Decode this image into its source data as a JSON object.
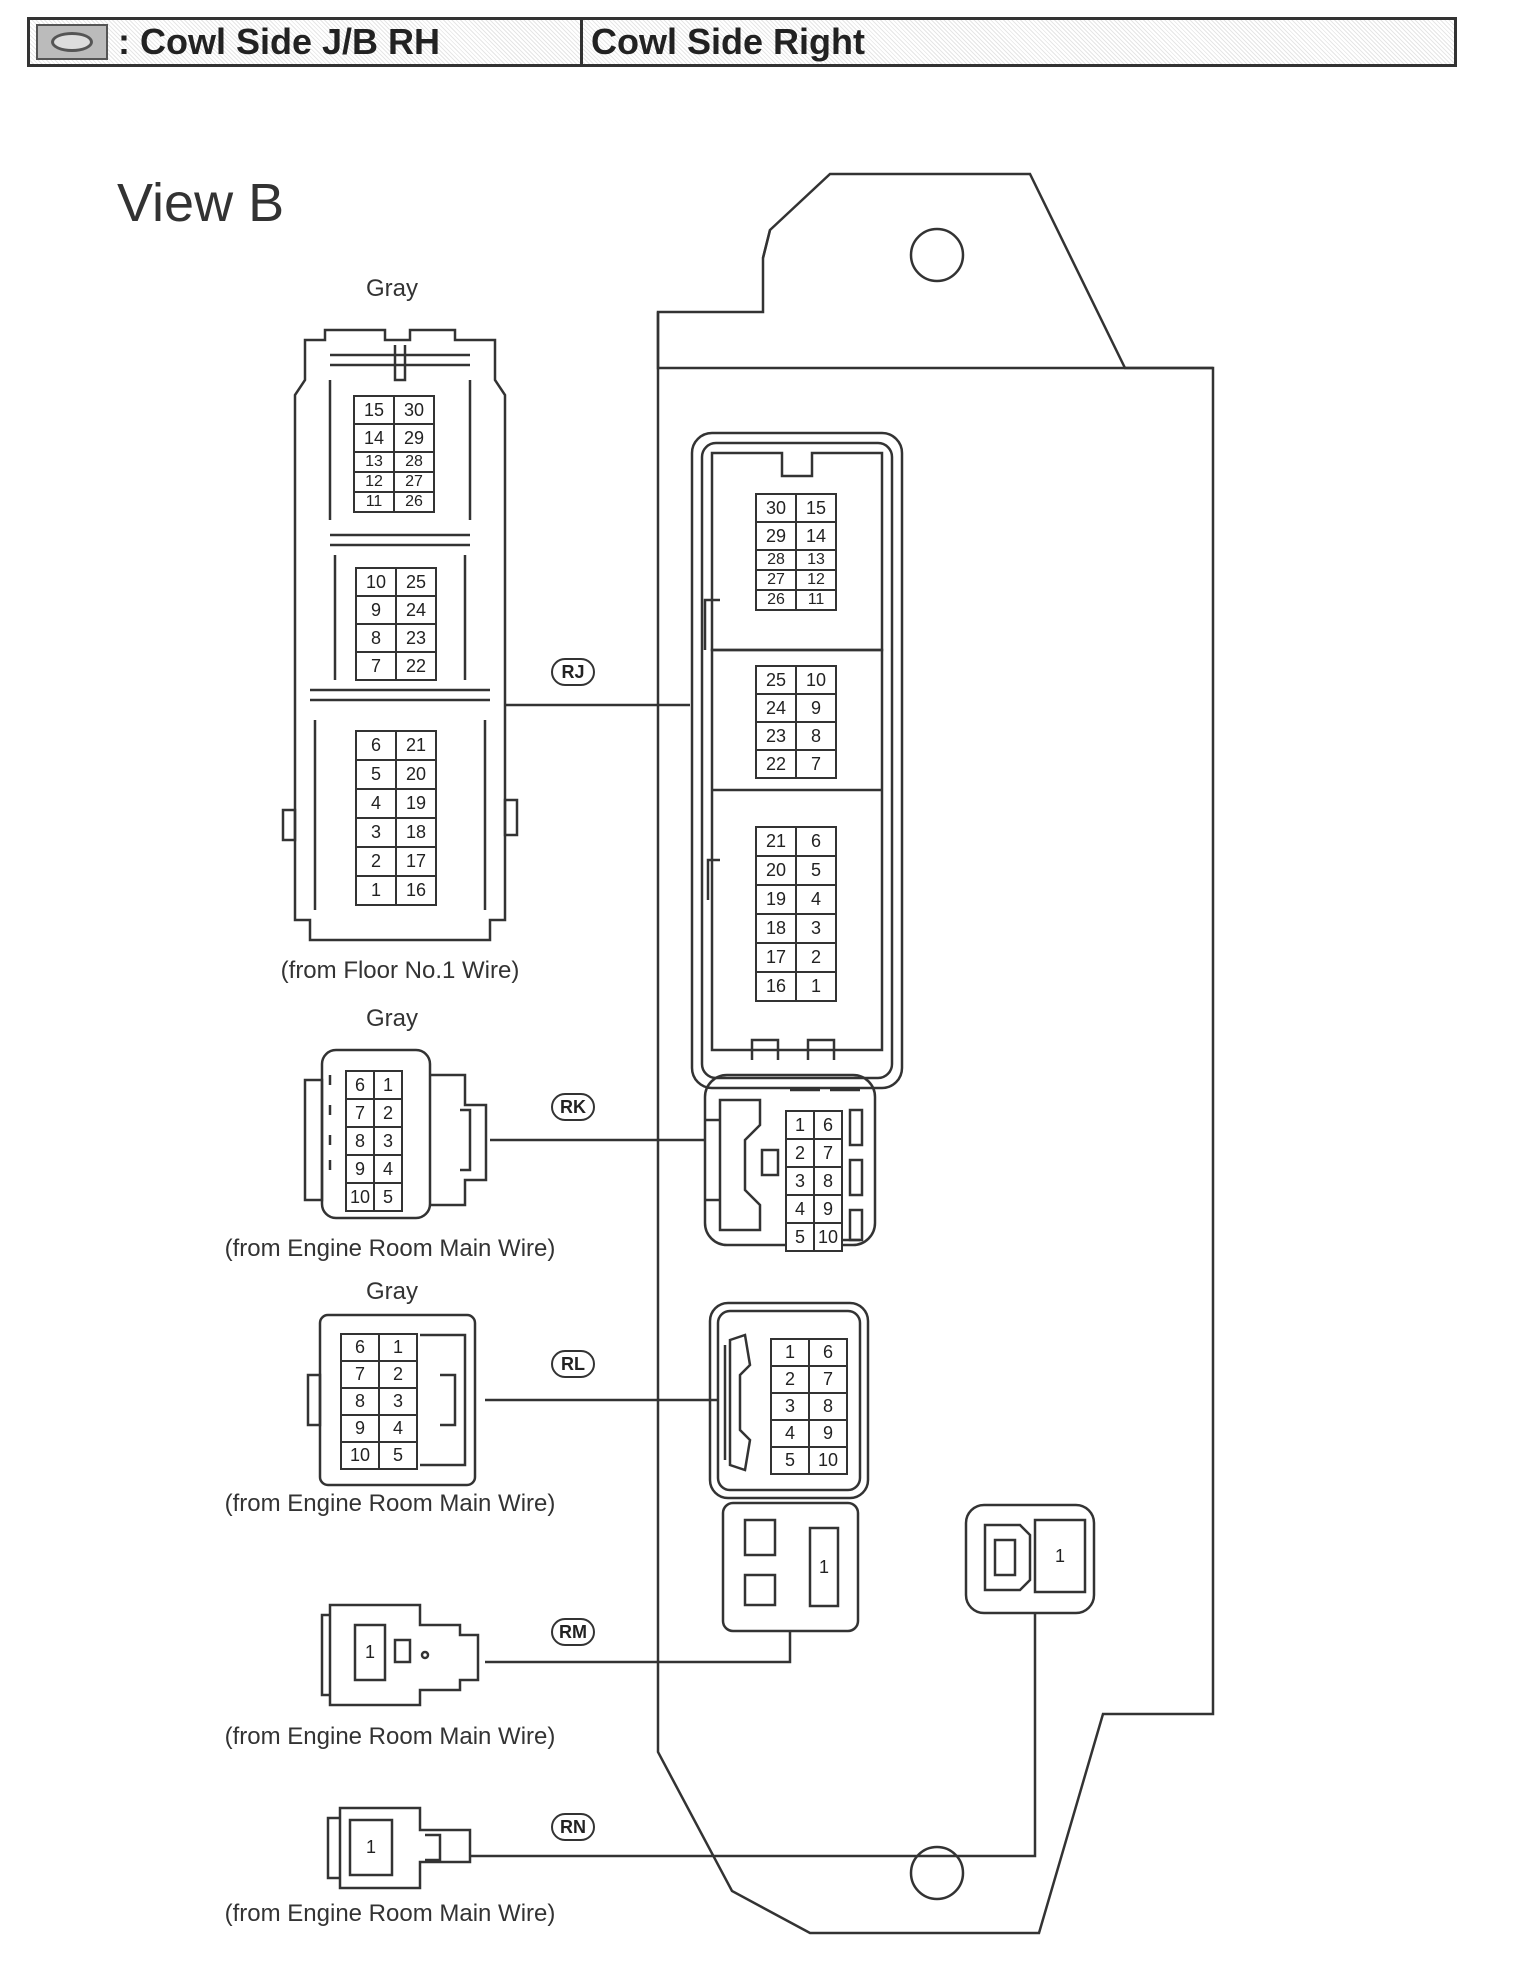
{
  "header": {
    "icon": "cowl-jb-icon",
    "left_label": ": Cowl Side J/B RH",
    "right_label": "Cowl Side Right"
  },
  "view_title": "View B",
  "connectors": {
    "RJ": {
      "callout": "RJ",
      "color_label": "Gray",
      "from_label": "(from Floor No.1 Wire)",
      "left_blocks": [
        [
          [
            "15",
            "30"
          ],
          [
            "14",
            "29"
          ],
          [
            "13",
            "28"
          ],
          [
            "12",
            "27"
          ],
          [
            "11",
            "26"
          ]
        ],
        [
          [
            "10",
            "25"
          ],
          [
            "9",
            "24"
          ],
          [
            "8",
            "23"
          ],
          [
            "7",
            "22"
          ]
        ],
        [
          [
            "6",
            "21"
          ],
          [
            "5",
            "20"
          ],
          [
            "4",
            "19"
          ],
          [
            "3",
            "18"
          ],
          [
            "2",
            "17"
          ],
          [
            "1",
            "16"
          ]
        ]
      ],
      "right_blocks": [
        [
          [
            "30",
            "15"
          ],
          [
            "29",
            "14"
          ],
          [
            "28",
            "13"
          ],
          [
            "27",
            "12"
          ],
          [
            "26",
            "11"
          ]
        ],
        [
          [
            "25",
            "10"
          ],
          [
            "24",
            "9"
          ],
          [
            "23",
            "8"
          ],
          [
            "22",
            "7"
          ]
        ],
        [
          [
            "21",
            "6"
          ],
          [
            "20",
            "5"
          ],
          [
            "19",
            "4"
          ],
          [
            "18",
            "3"
          ],
          [
            "17",
            "2"
          ],
          [
            "16",
            "1"
          ]
        ]
      ]
    },
    "RK": {
      "callout": "RK",
      "color_label": "Gray",
      "from_label": "(from Engine Room Main Wire)",
      "left_pins": [
        [
          "6",
          "1"
        ],
        [
          "7",
          "2"
        ],
        [
          "8",
          "3"
        ],
        [
          "9",
          "4"
        ],
        [
          "10",
          "5"
        ]
      ],
      "right_pins": [
        [
          "1",
          "6"
        ],
        [
          "2",
          "7"
        ],
        [
          "3",
          "8"
        ],
        [
          "4",
          "9"
        ],
        [
          "5",
          "10"
        ]
      ]
    },
    "RL": {
      "callout": "RL",
      "color_label": "Gray",
      "from_label": "(from Engine Room Main Wire)",
      "left_pins": [
        [
          "6",
          "1"
        ],
        [
          "7",
          "2"
        ],
        [
          "8",
          "3"
        ],
        [
          "9",
          "4"
        ],
        [
          "10",
          "5"
        ]
      ],
      "right_pins": [
        [
          "1",
          "6"
        ],
        [
          "2",
          "7"
        ],
        [
          "3",
          "8"
        ],
        [
          "4",
          "9"
        ],
        [
          "5",
          "10"
        ]
      ]
    },
    "RM": {
      "callout": "RM",
      "from_label": "(from Engine Room Main Wire)",
      "pin": "1",
      "jb_pin": "1"
    },
    "RN": {
      "callout": "RN",
      "from_label": "(from Engine Room Main Wire)",
      "pin": "1",
      "jb_pin": "1"
    }
  }
}
